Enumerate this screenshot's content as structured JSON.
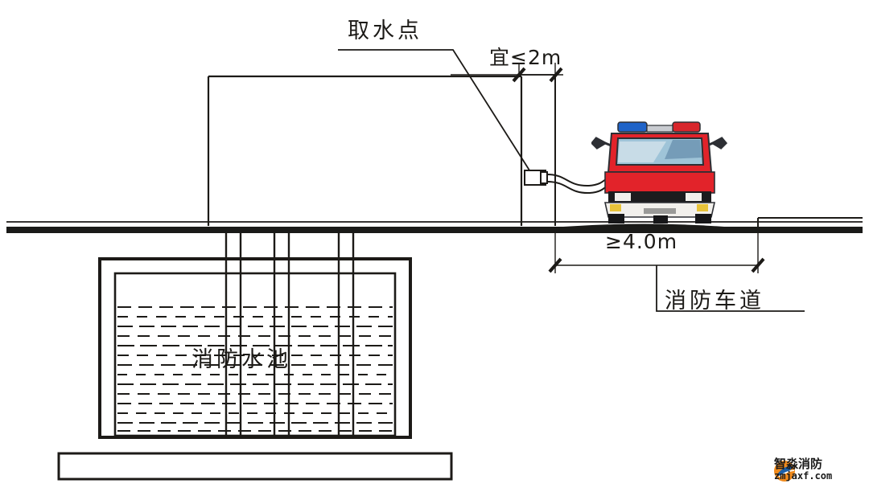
{
  "diagram": {
    "title_labels": {
      "intake_point": "取水点",
      "dim_top": "宜≤2m",
      "dim_road_width": "≥4.0m",
      "fire_pool": "消防水池",
      "fire_lane": "消防车道"
    },
    "colors": {
      "line": "#1c1a17",
      "ground": "#1a1a18",
      "truck_body": "#e2232a",
      "truck_cab_dark": "#2d2f34",
      "truck_glass": "#9fc4d8",
      "truck_white": "#f2f0ec",
      "light_blue": "#1f63c8",
      "light_red": "#d8262c",
      "light_amber": "#e8c33a",
      "watermark_orange": "#f08a1c",
      "watermark_blue": "#1b5fa8"
    },
    "elements": {
      "ground_line": "ground-line",
      "pool_outer": "pool-outer-wall",
      "pool_inner": "pool-inner-wall",
      "pool_base": "pool-foundation-slab",
      "riser_pipes": "riser-pipes",
      "suction_flange": "suction-pipe-flange",
      "suction_hose": "suction-hose",
      "fire_truck": "fire-truck",
      "dim_line_top": "dimension-line-top",
      "dim_line_road": "dimension-line-road",
      "leader_intake": "leader-line-intake"
    }
  },
  "watermark": {
    "brand_cn": "智淼消防",
    "url": "zmjaxf.com"
  }
}
